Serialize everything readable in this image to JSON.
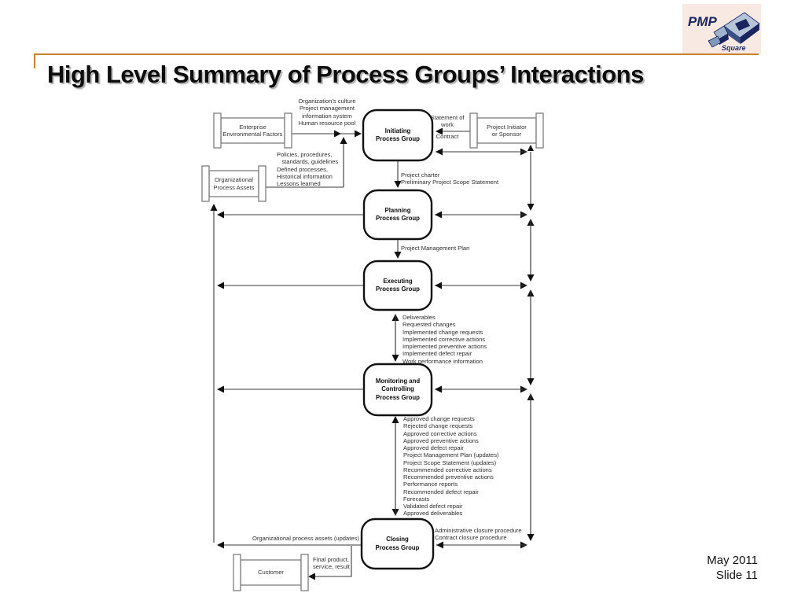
{
  "slide": {
    "title": "High Level Summary of Process Groups’ Interactions",
    "accent_color": "#c8822f",
    "logo": {
      "line1": "PMP",
      "line2": "Square"
    },
    "footer": {
      "date": "May 2011",
      "slide_number": "Slide 11"
    }
  },
  "diagram": {
    "process_groups": {
      "initiating": [
        "Initiating",
        "Process Group"
      ],
      "planning": [
        "Planning",
        "Process Group"
      ],
      "executing": [
        "Executing",
        "Process Group"
      ],
      "monitoring": [
        "Monitoring and",
        "Controlling",
        "Process Group"
      ],
      "closing": [
        "Closing",
        "Process Group"
      ]
    },
    "external_entities": {
      "eef": [
        "Enterprise",
        "Environmental Factors"
      ],
      "opa": [
        "Organizational",
        "Process Assets"
      ],
      "initiator": [
        "Project Initiator",
        "or Sponsor"
      ],
      "customer": [
        "Customer"
      ]
    },
    "flow_labels": {
      "eef_outputs": [
        "Organization's culture",
        "Project management",
        "information system",
        "Human resource pool"
      ],
      "opa_outputs": [
        "Policies, procedures,",
        "   standards, guidelines",
        "Defined processes,",
        "Historical information",
        "Lessons learned"
      ],
      "statement_of_work": [
        "Statement of",
        "work"
      ],
      "contract": "Contract",
      "initiating_outputs": [
        "Project charter",
        "Preliminary Project Scope Statement"
      ],
      "planning_output": "Project Management Plan",
      "executing_outputs": [
        "Deliverables",
        "Requested changes",
        "Implemented change requests",
        "Implemented corrective actions",
        "Implemented preventive actions",
        "Implemented defect repair",
        "Work performance information"
      ],
      "monitoring_outputs": [
        "Approved change requests",
        "Rejected change requests",
        "Approved corrective actions",
        "Approved preventive actions",
        "Approved defect repair",
        "Project Management Plan (updates)",
        "Project Scope Statement (updates)",
        "Recommended corrective actions",
        "Recommended preventive actions",
        "Performance reports",
        "Recommended defect repair",
        "Forecasts",
        "Validated defect repair",
        "Approved deliverables"
      ],
      "closing_outputs": [
        "Administrative closure procedure",
        "Contract closure procedure"
      ],
      "opa_updates": "Organizational process assets (updates)",
      "final_product": [
        "Final product,",
        "service, result"
      ]
    }
  }
}
